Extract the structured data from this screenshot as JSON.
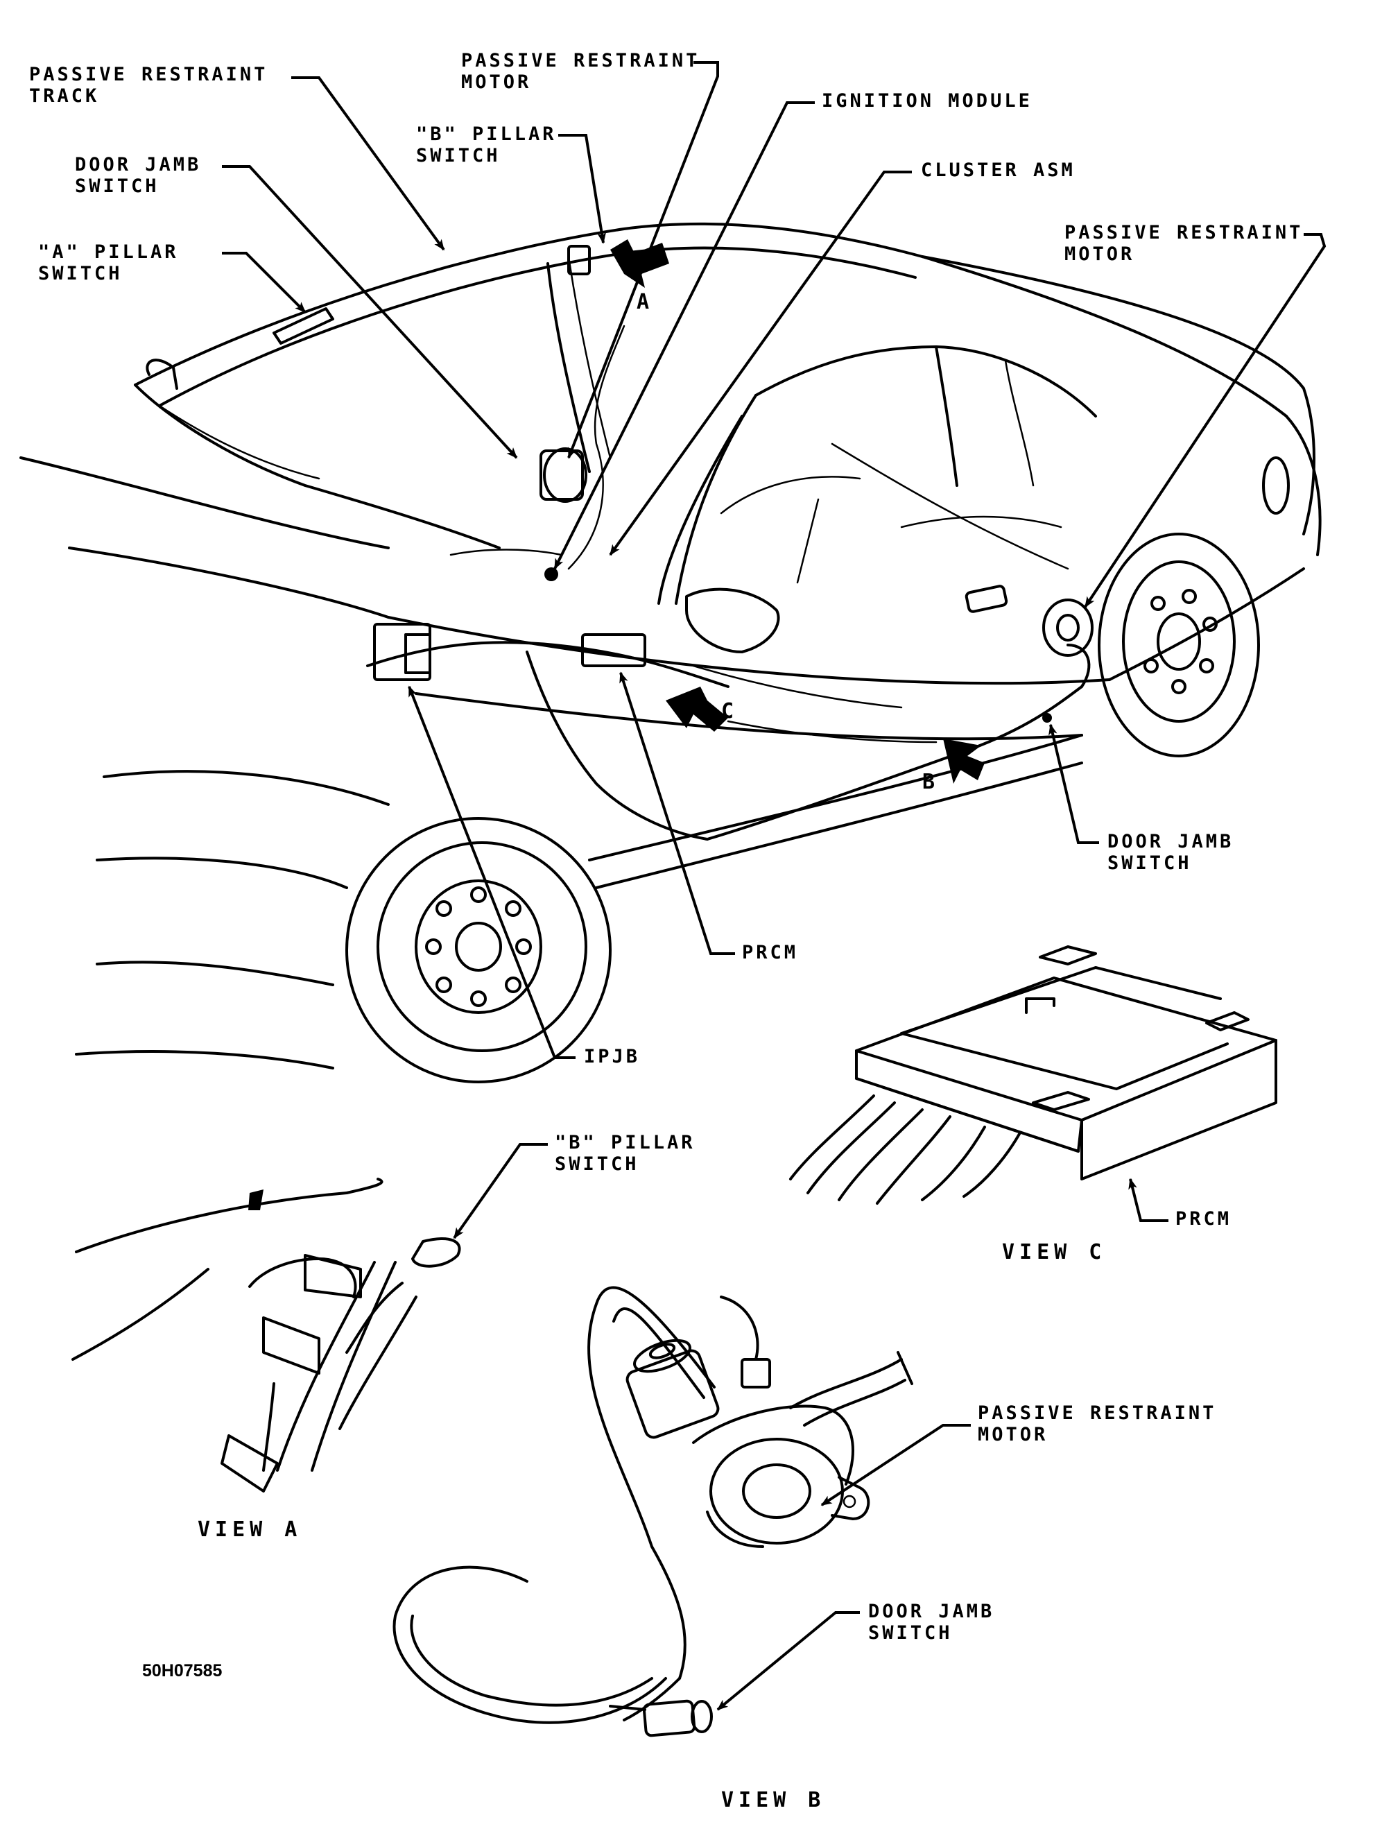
{
  "labels": {
    "passive_restraint_track": [
      "PASSIVE RESTRAINT",
      "TRACK"
    ],
    "passive_restraint_motor_top": [
      "PASSIVE RESTRAINT",
      "MOTOR"
    ],
    "ignition_module": "IGNITION MODULE",
    "b_pillar_switch_top": [
      "\"B\" PILLAR",
      "SWITCH"
    ],
    "door_jamb_switch_top": [
      "DOOR JAMB",
      "SWITCH"
    ],
    "cluster_asm": "CLUSTER ASM",
    "a_pillar_switch": [
      "\"A\" PILLAR",
      "SWITCH"
    ],
    "passive_restraint_motor_right": [
      "PASSIVE RESTRAINT",
      "MOTOR"
    ],
    "door_jamb_switch_right": [
      "DOOR JAMB",
      "SWITCH"
    ],
    "prcm_main": "PRCM",
    "ipjb": "IPJB",
    "b_pillar_switch_view_a": [
      "\"B\" PILLAR",
      "SWITCH"
    ],
    "prcm_view_c": "PRCM",
    "passive_restraint_motor_view_b": [
      "PASSIVE RESTRAINT",
      "MOTOR"
    ],
    "door_jamb_switch_view_b": [
      "DOOR JAMB",
      "SWITCH"
    ]
  },
  "view_markers": {
    "a": "A",
    "b": "B",
    "c": "C"
  },
  "view_titles": {
    "a": "VIEW A",
    "b": "VIEW B",
    "c": "VIEW C"
  },
  "figure_code": "50H07585",
  "icons": [
    "view-arrow-a",
    "view-arrow-b",
    "view-arrow-c",
    "leader-arrow"
  ]
}
